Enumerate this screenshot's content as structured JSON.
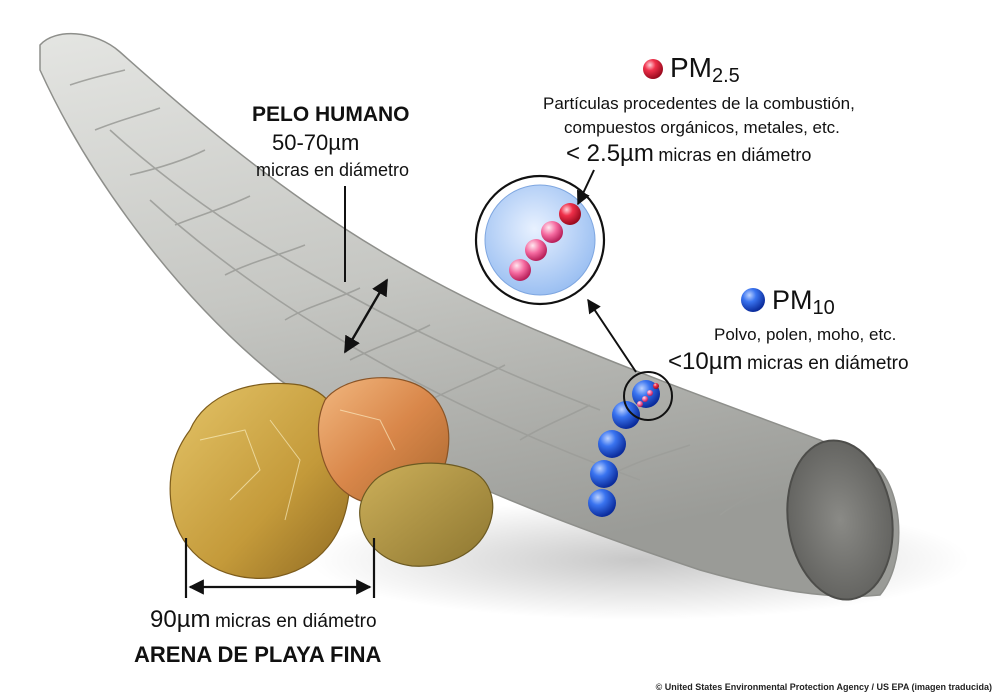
{
  "hair": {
    "title": "PELO HUMANO",
    "size": "50-70",
    "unit": "µm",
    "caption": "micras en diámetro"
  },
  "pm25": {
    "prefix": "PM",
    "subscript": "2.5",
    "description_line1": "Partículas procedentes de la combustión,",
    "description_line2": "compuestos orgánicos, metales, etc.",
    "size": "< 2.5",
    "unit": "µm",
    "caption": "micras en diámetro"
  },
  "pm10": {
    "prefix": "PM",
    "subscript": "10",
    "description": "Polvo, polen, moho, etc.",
    "size": "<10",
    "unit": "µm",
    "caption": "micras en diámetro"
  },
  "sand": {
    "size": "90",
    "unit": "µm",
    "caption": "micras en diámetro",
    "title": "ARENA DE PLAYA FINA"
  },
  "credit": "© United States Environmental Protection Agency / US EPA (imagen traducida)",
  "colors": {
    "pm25_particle": "#e8203a",
    "pm10_particle": "#1a56e0",
    "hair": "#c9cac6",
    "sand_gold": "#c9a545",
    "sand_orange": "#d9894b"
  }
}
